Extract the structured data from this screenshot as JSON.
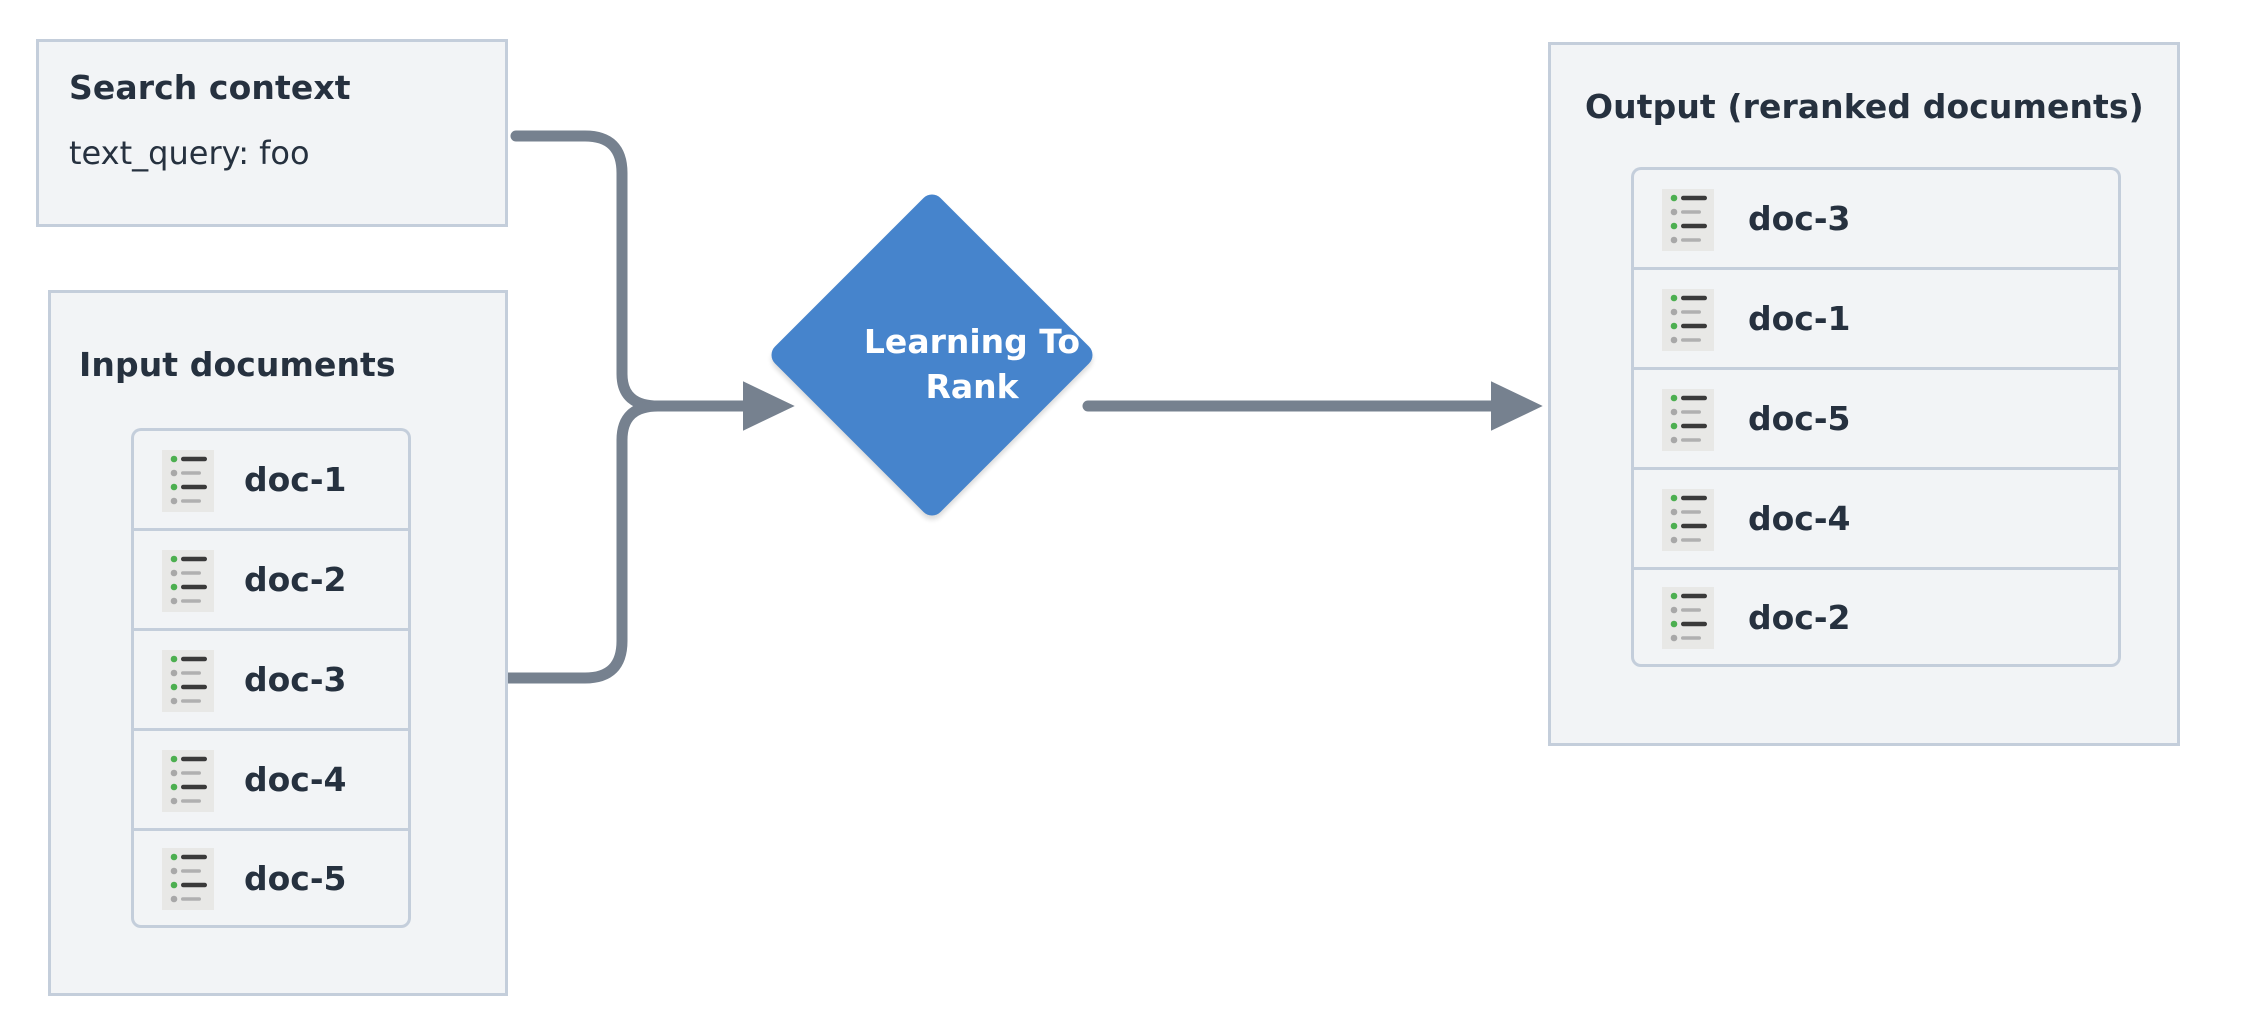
{
  "colors": {
    "panel_fill": "#f2f4f6",
    "panel_border": "#c4cedb",
    "text": "#26313f",
    "accent_blue": "#4684cc",
    "connector": "#76818f",
    "icon_bg": "#e8e8e6",
    "icon_bullet_green": "#4caf50",
    "icon_bullet_gray": "#a8a8a8",
    "icon_line_dark": "#3a3a3a",
    "icon_line_gray": "#b0b0b0",
    "background": "#ffffff"
  },
  "search_context": {
    "title": "Search context",
    "query_line": "text_query: foo"
  },
  "input_panel": {
    "title": "Input documents",
    "documents": [
      {
        "label": "doc-1",
        "icon": "document-list-icon"
      },
      {
        "label": "doc-2",
        "icon": "document-list-icon"
      },
      {
        "label": "doc-3",
        "icon": "document-list-icon"
      },
      {
        "label": "doc-4",
        "icon": "document-list-icon"
      },
      {
        "label": "doc-5",
        "icon": "document-list-icon"
      }
    ]
  },
  "process_node": {
    "label_line1": "Learning To",
    "label_line2": "Rank",
    "shape": "diamond"
  },
  "output_panel": {
    "title": "Output (reranked documents)",
    "documents": [
      {
        "label": "doc-3",
        "icon": "document-list-icon"
      },
      {
        "label": "doc-1",
        "icon": "document-list-icon"
      },
      {
        "label": "doc-5",
        "icon": "document-list-icon"
      },
      {
        "label": "doc-4",
        "icon": "document-list-icon"
      },
      {
        "label": "doc-2",
        "icon": "document-list-icon"
      }
    ]
  },
  "connectors": [
    {
      "name": "search-context-to-ltr",
      "from": "search-context",
      "to": "process-node",
      "style": "elbow-arrow"
    },
    {
      "name": "input-documents-to-ltr",
      "from": "input-panel",
      "to": "process-node",
      "style": "elbow-arrow"
    },
    {
      "name": "ltr-to-output",
      "from": "process-node",
      "to": "output-panel",
      "style": "straight-arrow"
    }
  ]
}
